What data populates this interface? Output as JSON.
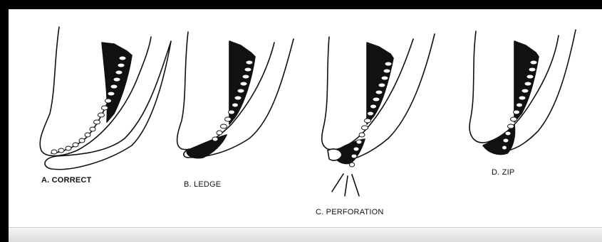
{
  "labels": {
    "a": "A. CORRECT",
    "b": "B. LEDGE",
    "c": "C. PERFORATION",
    "d": "D. ZIP"
  },
  "colors": {
    "ink": "#111111",
    "background": "#ffffff",
    "frame": "#000000"
  }
}
